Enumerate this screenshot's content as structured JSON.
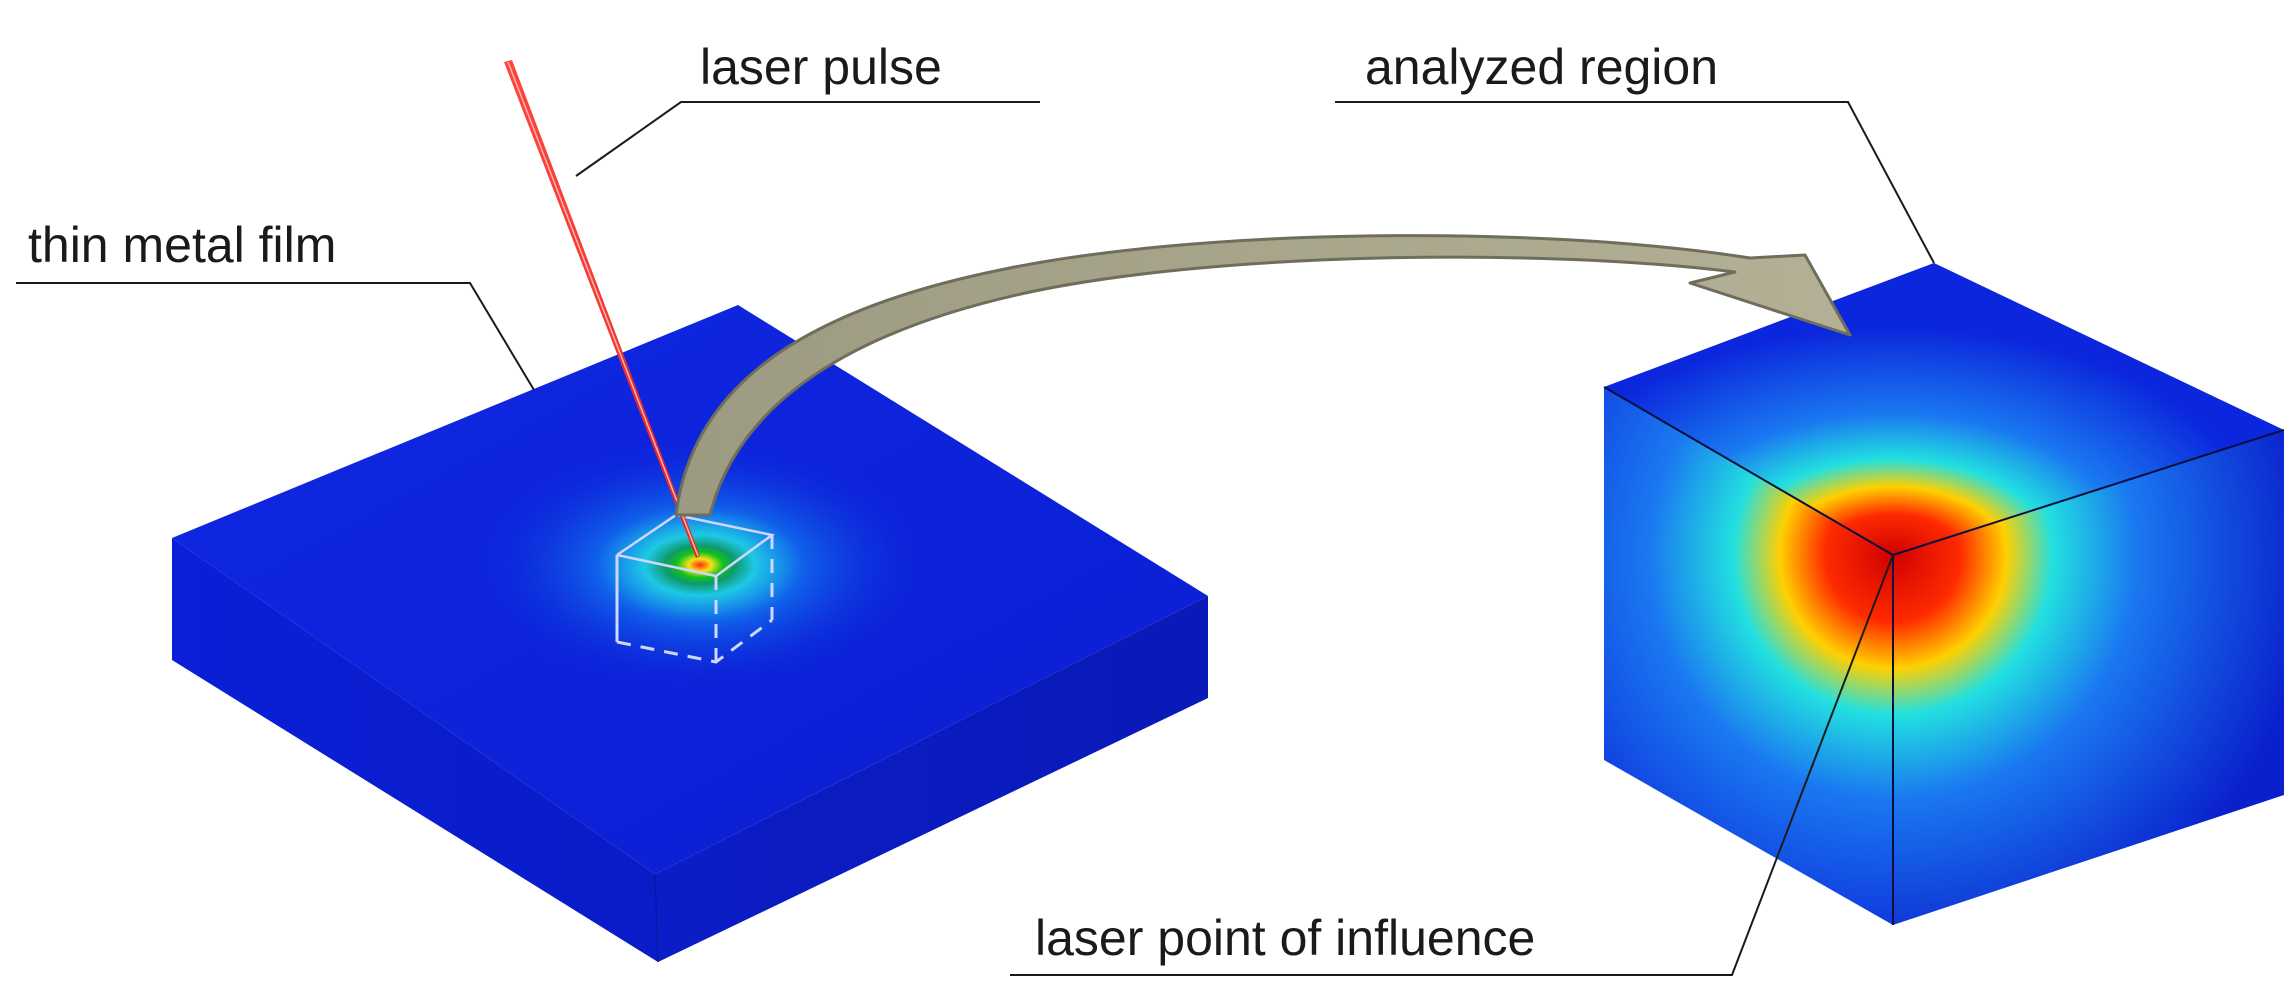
{
  "labels": {
    "laser_pulse": "laser pulse",
    "analyzed_region": "analyzed region",
    "thin_metal_film": "thin metal film",
    "laser_point_of_influence": "laser point of influence"
  },
  "colors": {
    "background": "#ffffff",
    "film_base_blue": "#0b1fd8",
    "hot_red": "#e00000",
    "warm_yellow": "#f2e600",
    "mid_green": "#12c21a",
    "cool_cyan": "#20d8e8",
    "laser_red": "#e8231f",
    "arrow_fill": "#a8a58a",
    "arrow_stroke": "#6f6d5c",
    "leader_line": "#1a1a1a"
  }
}
